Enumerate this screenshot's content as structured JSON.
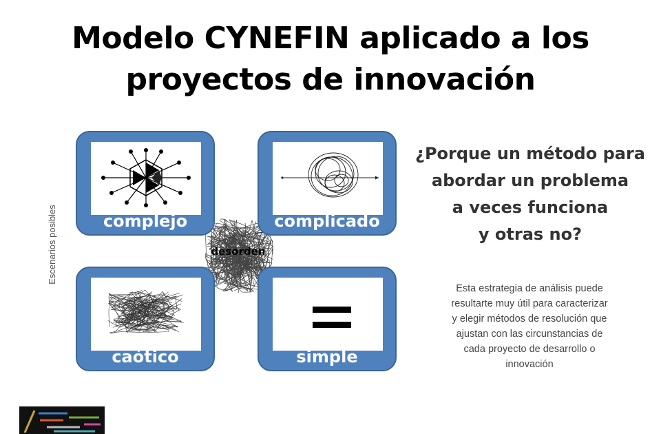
{
  "title": {
    "line1": "Modelo CYNEFIN aplicado a los",
    "line2": "proyectos de innovación"
  },
  "side_label": "Escenarios posibles",
  "quadrants": [
    {
      "label": "complejo",
      "icon": "network-hexagon-icon"
    },
    {
      "label": "complicado",
      "icon": "tangled-circle-line-icon"
    },
    {
      "label": "caótico",
      "icon": "scribble-chaos-icon"
    },
    {
      "label": "simple",
      "icon": "equals-sign-icon"
    }
  ],
  "center_label": "desorden",
  "question": {
    "line1": "¿Porque un método para",
    "line2": "abordar un problema",
    "line3": "a veces funciona",
    "line4": "y otras no?"
  },
  "description": {
    "line1": "Esta estrategia de análisis puede",
    "line2": "resultarte muy útil para caracterizar",
    "line3": "y elegir métodos de resolución que",
    "line4": "ajustan con las circunstancias de",
    "line5": "cada proyecto de desarrollo o",
    "line6": "innovación"
  },
  "colors": {
    "tile_fill": "#4f81bd",
    "tile_border": "#3a6597",
    "tile_text": "#ffffff",
    "question_text": "#333333",
    "desc_text": "#444444"
  }
}
